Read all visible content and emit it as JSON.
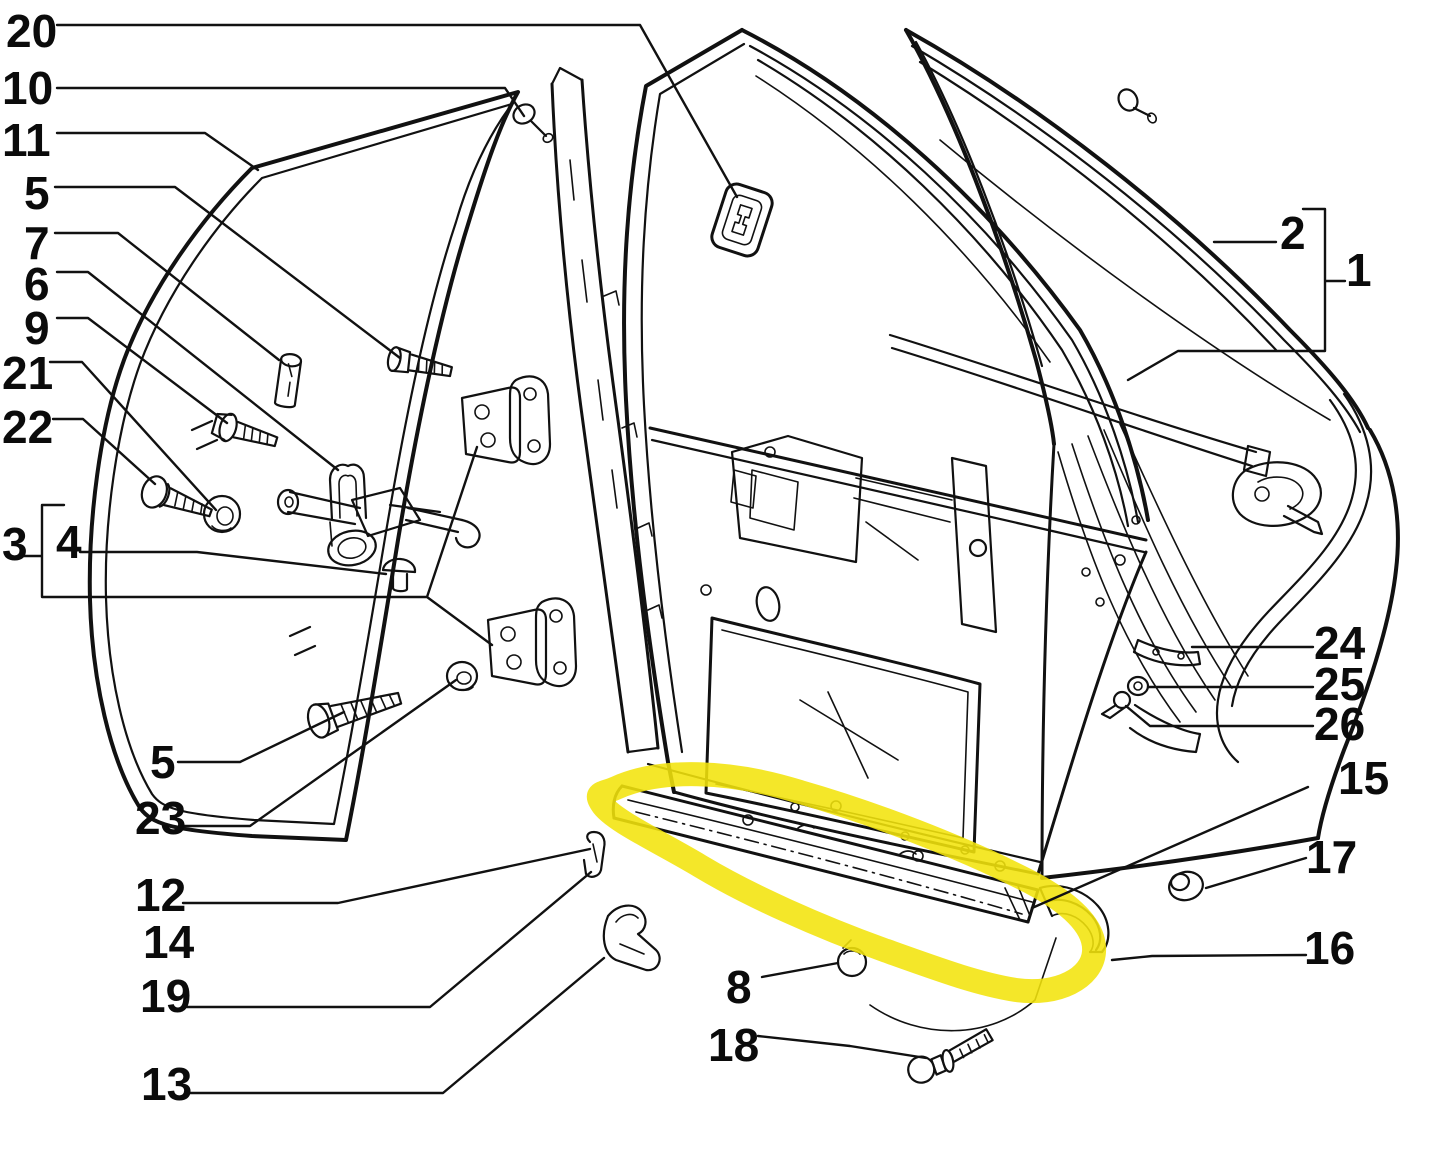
{
  "diagram": {
    "kind": "exploded-parts-diagram",
    "subject": "rear door assembly line drawing",
    "background": "#ffffff",
    "line_color": "#111111",
    "highlight": {
      "color": "#f2e40b",
      "style": "hand-drawn marker loop",
      "encircles": "door sill outer strip at bottom center"
    }
  },
  "labels": [
    {
      "text": "20",
      "target": "window-frame-plate"
    },
    {
      "text": "10",
      "target": "seal-pin"
    },
    {
      "text": "11",
      "target": "door-weatherstrip-seal"
    },
    {
      "text": "5",
      "target": "threaded-stud"
    },
    {
      "text": "7",
      "target": "spacer-sleeve"
    },
    {
      "text": "6",
      "target": "door-check-strap"
    },
    {
      "text": "9",
      "target": "stud-with-washer"
    },
    {
      "text": "21",
      "target": "washer"
    },
    {
      "text": "22",
      "target": "screw"
    },
    {
      "text": "3",
      "target": "hinge-pair-group"
    },
    {
      "text": "4",
      "target": "mushroom-plug"
    },
    {
      "text": "5",
      "target": "hex-bolt"
    },
    {
      "text": "23",
      "target": "washer-ring"
    },
    {
      "text": "12",
      "target": "sill-clip"
    },
    {
      "text": "14",
      "target": "no-leader"
    },
    {
      "text": "19",
      "target": "sill-clip-fastener"
    },
    {
      "text": "13",
      "target": "corner-bracket"
    },
    {
      "text": "8",
      "target": "buffer-grommet"
    },
    {
      "text": "18",
      "target": "push-pin-rivet"
    },
    {
      "text": "2",
      "target": "window-frame-molding"
    },
    {
      "text": "1",
      "target": "door-frame-group"
    },
    {
      "text": "24",
      "target": "corner-flange"
    },
    {
      "text": "25",
      "target": "nut-washer"
    },
    {
      "text": "26",
      "target": "hex-bolt-small"
    },
    {
      "text": "15",
      "target": "sill-strip-end"
    },
    {
      "text": "17",
      "target": "plug-grommet"
    },
    {
      "text": "16",
      "target": "corner-trim-molding"
    }
  ]
}
